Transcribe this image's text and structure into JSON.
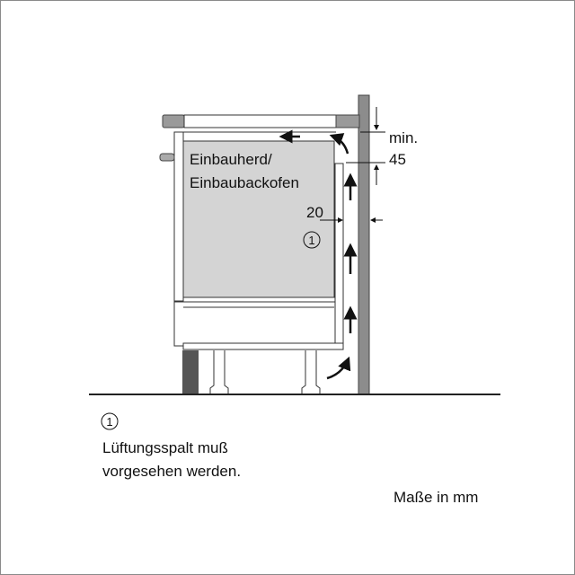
{
  "diagram": {
    "appliance_label_line1": "Einbauherd/",
    "appliance_label_line2": "Einbaubackofen",
    "gap_dimension": "20",
    "clearance_label": "min.",
    "clearance_value": "45",
    "marker": "1"
  },
  "footnote": {
    "marker": "1",
    "line1": "Lüftungsspalt muß",
    "line2": "vorgesehen werden."
  },
  "units_note": "Maße in mm",
  "colors": {
    "wall": "#8c8c8c",
    "oven": "#d4d4d4",
    "plinth": "#555555",
    "line": "#222222"
  }
}
